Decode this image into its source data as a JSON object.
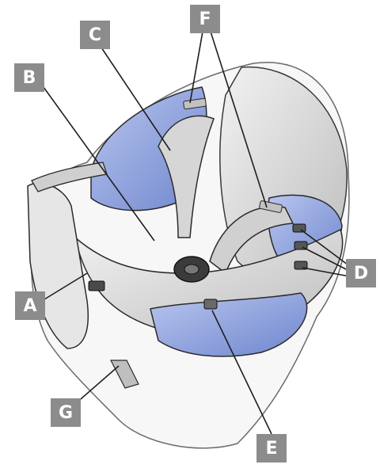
{
  "labels": {
    "a": "A",
    "b": "B",
    "c": "C",
    "d": "D",
    "e": "E",
    "f": "F",
    "g": "G"
  },
  "colors": {
    "label_fill": "#8c8c8c",
    "label_text": "#ffffff",
    "pad_blue": "#8fa4dd",
    "strap_gray": "#c9c9c9",
    "outline": "#2b2b2b"
  }
}
